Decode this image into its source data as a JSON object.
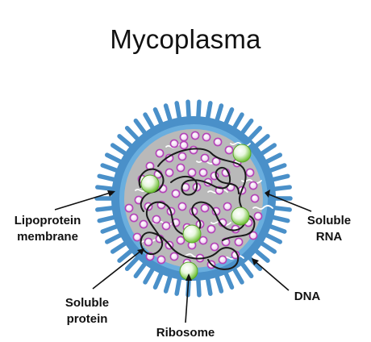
{
  "title": "Mycoplasma",
  "labels": {
    "lipoprotein": [
      "Lipoprotein",
      "membrane"
    ],
    "soluble_rna": [
      "Soluble",
      "RNA"
    ],
    "soluble_protein": [
      "Soluble",
      "protein"
    ],
    "dna": "DNA",
    "ribosome": "Ribosome"
  },
  "colors": {
    "membrane_blue": "#4a90c9",
    "cytoplasm_gray": "#b9b9b9",
    "protein_magenta": "#b443b8",
    "ribosome_green": "#6bbf2e",
    "dna_black": "#1a1a1a"
  }
}
